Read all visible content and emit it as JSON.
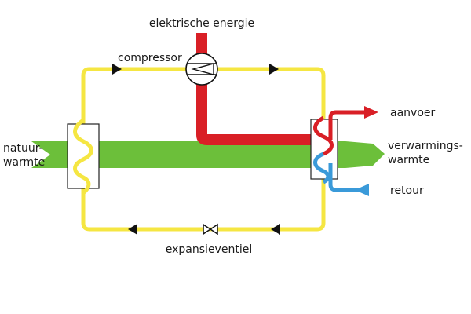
{
  "labels": {
    "electric_energy": "elektrische energie",
    "compressor": "compressor",
    "natural_heat_line1": "natuur-",
    "natural_heat_line2": "warmte",
    "supply": "aanvoer",
    "heating_heat_line1": "verwarmings-",
    "heating_heat_line2": "warmte",
    "return": "retour",
    "expansion_valve": "expansieventiel"
  },
  "colors": {
    "refrigerant_loop": "#f5e642",
    "heat_flow": "#6cbf3a",
    "electric_energy": "#d91f26",
    "supply_water": "#d91f26",
    "return_water": "#3a9ad9",
    "flow_arrow": "#111111"
  },
  "icons": {
    "compressor": "compressor-icon",
    "expansion_valve": "valve-icon",
    "evaporator": "heat-exchanger-icon",
    "condenser": "heat-exchanger-icon"
  }
}
